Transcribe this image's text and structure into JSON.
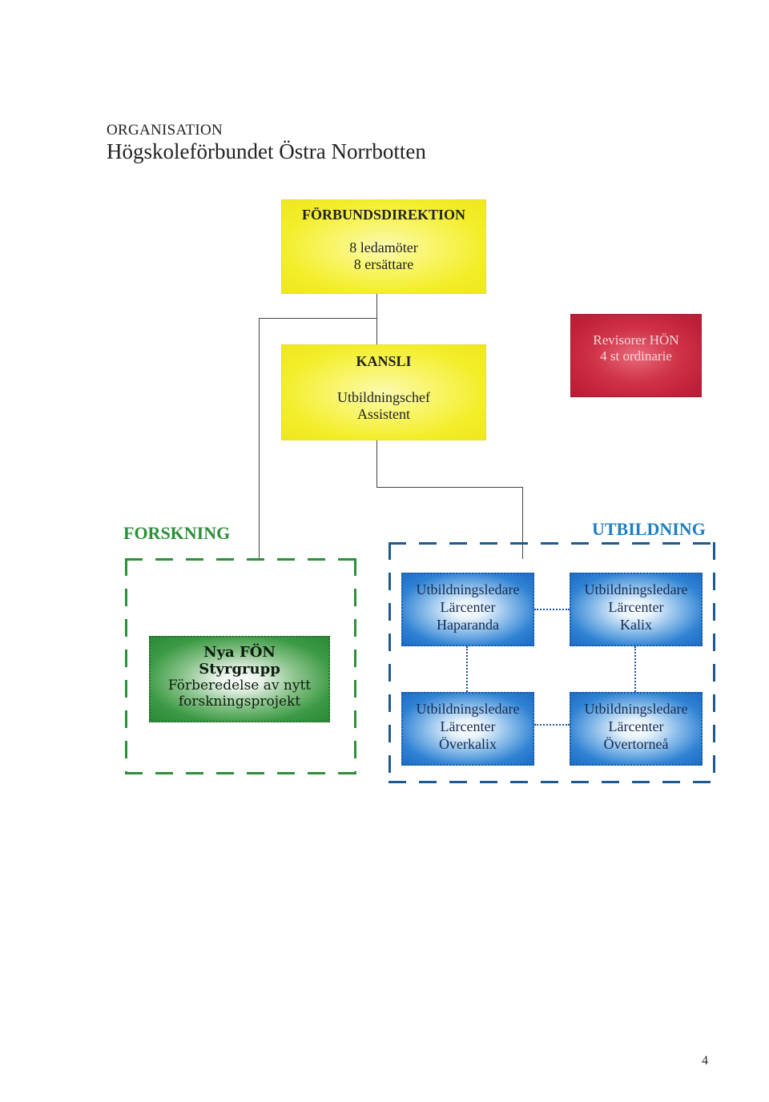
{
  "header": {
    "label": "ORGANISATION",
    "title": "Högskoleförbundet Östra Norrbotten"
  },
  "forbundsdirektion": {
    "title": "FÖRBUNDSDIREKTION",
    "line1": "8 ledamöter",
    "line2": "8 ersättare"
  },
  "kansli": {
    "title": "KANSLI",
    "line1": "Utbildningschef",
    "line2": "Assistent"
  },
  "revisorer": {
    "line1": "Revisorer HÖN",
    "line2": "4 st ordinarie"
  },
  "forskning": {
    "label": "FORSKNING",
    "box": {
      "line1": "Nya FÖN",
      "line2": "Styrgrupp",
      "line3": "Förberedelse av nytt",
      "line4": "forskningsprojekt"
    }
  },
  "utbildning": {
    "label": "UTBILDNING",
    "centers": [
      {
        "role": "Utbildningsledare",
        "type": "Lärcenter",
        "place": "Haparanda"
      },
      {
        "role": "Utbildningsledare",
        "type": "Lärcenter",
        "place": "Kalix"
      },
      {
        "role": "Utbildningsledare",
        "type": "Lärcenter",
        "place": "Överkalix"
      },
      {
        "role": "Utbildningsledare",
        "type": "Lärcenter",
        "place": "Övertorneå"
      }
    ]
  },
  "footer": {
    "page_number": "4"
  },
  "colors": {
    "forskning_label": "#2c8f3a",
    "utbildning_label": "#1f7fc0",
    "yellow_box": "#f3ee2a",
    "red_box": "#c1213a",
    "green_box": "#2c8a38",
    "blue_box": "#1e6ec7"
  }
}
